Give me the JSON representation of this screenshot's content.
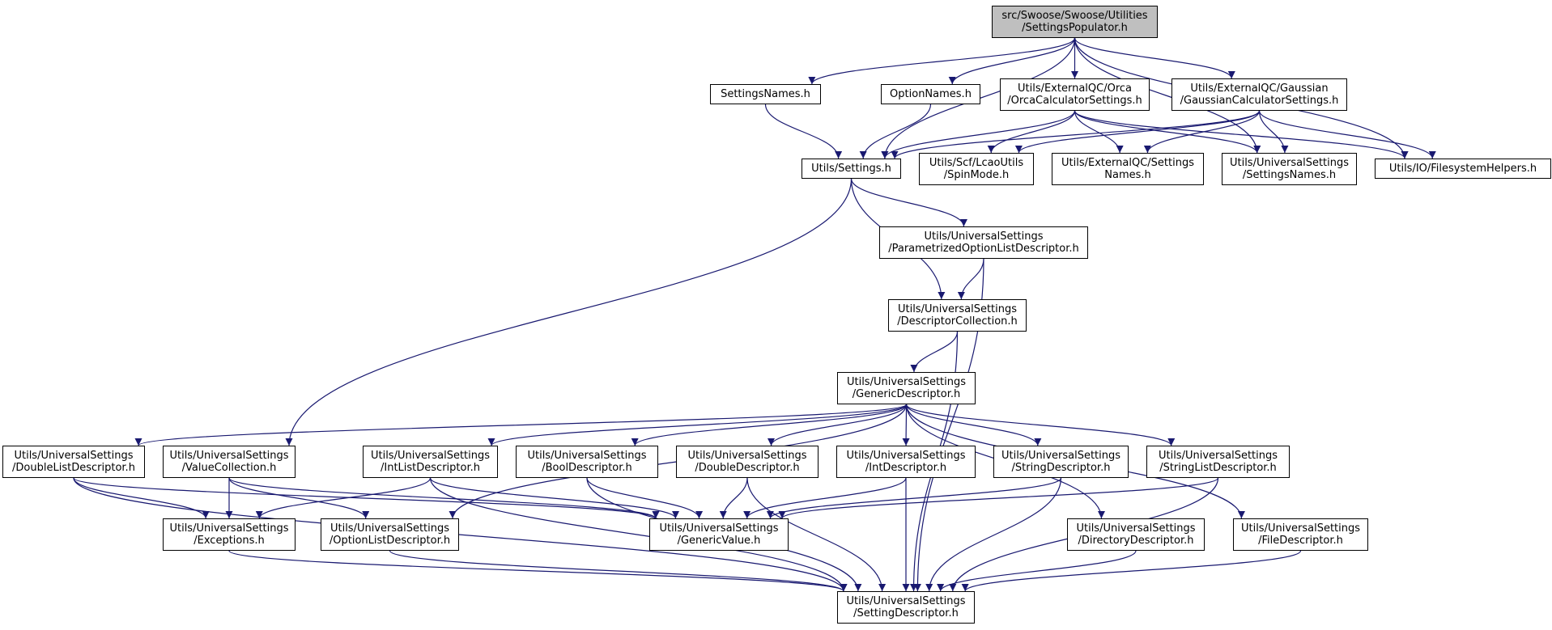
{
  "colors": {
    "edge": "#191970",
    "root_fill": "#bfbfbf",
    "node_fill": "#ffffff",
    "border": "#000000"
  },
  "nodes": [
    {
      "id": "root",
      "lines": [
        "src/Swoose/Swoose/Utilities",
        "/SettingsPopulator.h"
      ],
      "root": true
    },
    {
      "id": "settingsnames",
      "lines": [
        "SettingsNames.h"
      ]
    },
    {
      "id": "optionnames",
      "lines": [
        "OptionNames.h"
      ]
    },
    {
      "id": "orca",
      "lines": [
        "Utils/ExternalQC/Orca",
        "/OrcaCalculatorSettings.h"
      ]
    },
    {
      "id": "gaussian",
      "lines": [
        "Utils/ExternalQC/Gaussian",
        "/GaussianCalculatorSettings.h"
      ]
    },
    {
      "id": "settings",
      "lines": [
        "Utils/Settings.h"
      ]
    },
    {
      "id": "spinmode",
      "lines": [
        "Utils/Scf/LcaoUtils",
        "/SpinMode.h"
      ]
    },
    {
      "id": "extsettingsnames",
      "lines": [
        "Utils/ExternalQC/Settings",
        "Names.h"
      ]
    },
    {
      "id": "ussettingsnames",
      "lines": [
        "Utils/UniversalSettings",
        "/SettingsNames.h"
      ]
    },
    {
      "id": "fshelpers",
      "lines": [
        "Utils/IO/FilesystemHelpers.h"
      ]
    },
    {
      "id": "paramoptlist",
      "lines": [
        "Utils/UniversalSettings",
        "/ParametrizedOptionListDescriptor.h"
      ]
    },
    {
      "id": "desccoll",
      "lines": [
        "Utils/UniversalSettings",
        "/DescriptorCollection.h"
      ]
    },
    {
      "id": "generic",
      "lines": [
        "Utils/UniversalSettings",
        "/GenericDescriptor.h"
      ]
    },
    {
      "id": "doublelist",
      "lines": [
        "Utils/UniversalSettings",
        "/DoubleListDescriptor.h"
      ]
    },
    {
      "id": "valuecoll",
      "lines": [
        "Utils/UniversalSettings",
        "/ValueCollection.h"
      ]
    },
    {
      "id": "intlist",
      "lines": [
        "Utils/UniversalSettings",
        "/IntListDescriptor.h"
      ]
    },
    {
      "id": "bool",
      "lines": [
        "Utils/UniversalSettings",
        "/BoolDescriptor.h"
      ]
    },
    {
      "id": "double",
      "lines": [
        "Utils/UniversalSettings",
        "/DoubleDescriptor.h"
      ]
    },
    {
      "id": "int",
      "lines": [
        "Utils/UniversalSettings",
        "/IntDescriptor.h"
      ]
    },
    {
      "id": "string",
      "lines": [
        "Utils/UniversalSettings",
        "/StringDescriptor.h"
      ]
    },
    {
      "id": "stringlist",
      "lines": [
        "Utils/UniversalSettings",
        "/StringListDescriptor.h"
      ]
    },
    {
      "id": "exceptions",
      "lines": [
        "Utils/UniversalSettings",
        "/Exceptions.h"
      ]
    },
    {
      "id": "optionlist",
      "lines": [
        "Utils/UniversalSettings",
        "/OptionListDescriptor.h"
      ]
    },
    {
      "id": "genericvalue",
      "lines": [
        "Utils/UniversalSettings",
        "/GenericValue.h"
      ]
    },
    {
      "id": "directory",
      "lines": [
        "Utils/UniversalSettings",
        "/DirectoryDescriptor.h"
      ]
    },
    {
      "id": "file",
      "lines": [
        "Utils/UniversalSettings",
        "/FileDescriptor.h"
      ]
    },
    {
      "id": "settingdesc",
      "lines": [
        "Utils/UniversalSettings",
        "/SettingDescriptor.h"
      ]
    }
  ],
  "edges": [
    [
      "root",
      "settingsnames"
    ],
    [
      "root",
      "optionnames"
    ],
    [
      "root",
      "orca"
    ],
    [
      "root",
      "gaussian"
    ],
    [
      "root",
      "settings"
    ],
    [
      "root",
      "ussettingsnames"
    ],
    [
      "root",
      "fshelpers"
    ],
    [
      "settingsnames",
      "settings"
    ],
    [
      "optionnames",
      "settings"
    ],
    [
      "orca",
      "settings"
    ],
    [
      "orca",
      "spinmode"
    ],
    [
      "orca",
      "extsettingsnames"
    ],
    [
      "orca",
      "ussettingsnames"
    ],
    [
      "orca",
      "fshelpers"
    ],
    [
      "gaussian",
      "settings"
    ],
    [
      "gaussian",
      "spinmode"
    ],
    [
      "gaussian",
      "extsettingsnames"
    ],
    [
      "gaussian",
      "ussettingsnames"
    ],
    [
      "gaussian",
      "fshelpers"
    ],
    [
      "settings",
      "paramoptlist"
    ],
    [
      "settings",
      "desccoll"
    ],
    [
      "settings",
      "valuecoll"
    ],
    [
      "paramoptlist",
      "desccoll"
    ],
    [
      "paramoptlist",
      "settingdesc"
    ],
    [
      "desccoll",
      "generic"
    ],
    [
      "desccoll",
      "settingdesc"
    ],
    [
      "generic",
      "doublelist"
    ],
    [
      "generic",
      "intlist"
    ],
    [
      "generic",
      "bool"
    ],
    [
      "generic",
      "double"
    ],
    [
      "generic",
      "int"
    ],
    [
      "generic",
      "string"
    ],
    [
      "generic",
      "stringlist"
    ],
    [
      "generic",
      "optionlist"
    ],
    [
      "generic",
      "directory"
    ],
    [
      "generic",
      "file"
    ],
    [
      "doublelist",
      "exceptions"
    ],
    [
      "doublelist",
      "genericvalue"
    ],
    [
      "doublelist",
      "settingdesc"
    ],
    [
      "valuecoll",
      "exceptions"
    ],
    [
      "valuecoll",
      "optionlist"
    ],
    [
      "valuecoll",
      "genericvalue"
    ],
    [
      "intlist",
      "exceptions"
    ],
    [
      "intlist",
      "genericvalue"
    ],
    [
      "intlist",
      "settingdesc"
    ],
    [
      "bool",
      "genericvalue"
    ],
    [
      "bool",
      "settingdesc"
    ],
    [
      "double",
      "genericvalue"
    ],
    [
      "double",
      "settingdesc"
    ],
    [
      "int",
      "genericvalue"
    ],
    [
      "int",
      "settingdesc"
    ],
    [
      "string",
      "genericvalue"
    ],
    [
      "string",
      "settingdesc"
    ],
    [
      "stringlist",
      "genericvalue"
    ],
    [
      "stringlist",
      "settingdesc"
    ],
    [
      "exceptions",
      "settingdesc"
    ],
    [
      "optionlist",
      "settingdesc"
    ],
    [
      "directory",
      "settingdesc"
    ],
    [
      "file",
      "settingdesc"
    ]
  ]
}
